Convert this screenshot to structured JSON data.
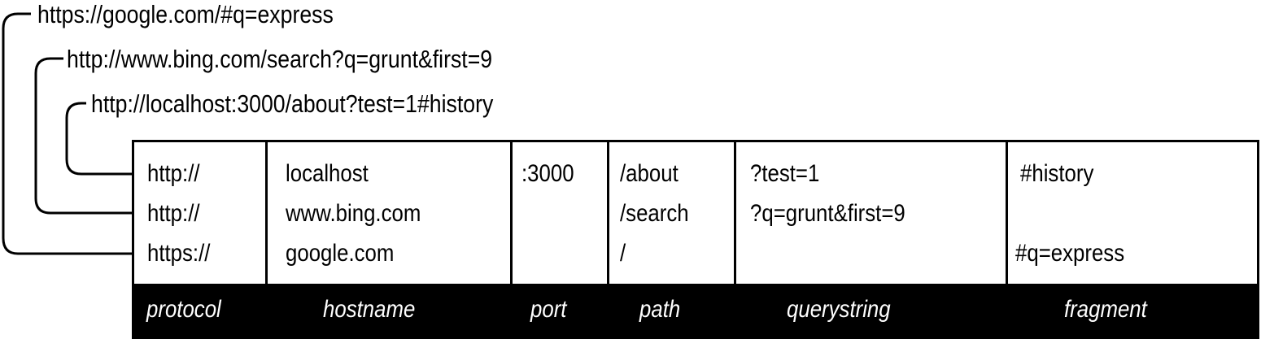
{
  "urls": [
    "https://google.com/#q=express",
    "http://www.bing.com/search?q=grunt&first=9",
    "http://localhost:3000/about?test=1#history"
  ],
  "columns": {
    "protocol": {
      "label": "protocol",
      "values": [
        "http://",
        "http://",
        "https://"
      ]
    },
    "hostname": {
      "label": "hostname",
      "values": [
        "localhost",
        "www.bing.com",
        "google.com"
      ]
    },
    "port": {
      "label": "port",
      "values": [
        ":3000",
        "",
        ""
      ]
    },
    "path": {
      "label": "path",
      "values": [
        "/about",
        "/search",
        "/"
      ]
    },
    "querystring": {
      "label": "querystring",
      "values": [
        "?test=1",
        "?q=grunt&first=9",
        ""
      ]
    },
    "fragment": {
      "label": "fragment",
      "values": [
        "#history",
        "",
        "#q=express"
      ]
    }
  },
  "colors": {
    "ink": "#000000",
    "paper": "#ffffff"
  }
}
